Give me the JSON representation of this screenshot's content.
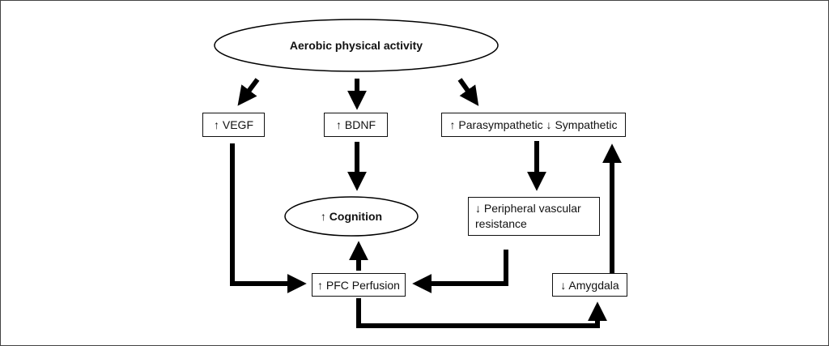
{
  "diagram": {
    "nodes": {
      "aerobic": {
        "label": "Aerobic physical activity",
        "shape": "ellipse",
        "bold": true
      },
      "vegf": {
        "label": "↑ VEGF",
        "shape": "box"
      },
      "bdnf": {
        "label": "↑ BDNF",
        "shape": "box"
      },
      "autonomic": {
        "label": "↑ Parasympathetic ↓ Sympathetic",
        "shape": "box"
      },
      "cognition": {
        "label": "↑ Cognition",
        "shape": "ellipse",
        "bold": true
      },
      "peripheral": {
        "label": "↓ Peripheral vascular resistance",
        "shape": "box"
      },
      "pfc": {
        "label": "↑ PFC Perfusion",
        "shape": "box"
      },
      "amygdala": {
        "label": "↓ Amygdala",
        "shape": "box"
      }
    },
    "edges": [
      {
        "from": "aerobic",
        "to": "vegf"
      },
      {
        "from": "aerobic",
        "to": "bdnf"
      },
      {
        "from": "aerobic",
        "to": "autonomic"
      },
      {
        "from": "bdnf",
        "to": "cognition"
      },
      {
        "from": "vegf",
        "to": "pfc"
      },
      {
        "from": "autonomic",
        "to": "peripheral"
      },
      {
        "from": "peripheral",
        "to": "pfc"
      },
      {
        "from": "pfc",
        "to": "cognition"
      },
      {
        "from": "pfc",
        "to": "amygdala"
      },
      {
        "from": "amygdala",
        "to": "autonomic"
      }
    ],
    "colors": {
      "stroke": "#000000",
      "background": "#ffffff",
      "border": "#444444"
    }
  }
}
